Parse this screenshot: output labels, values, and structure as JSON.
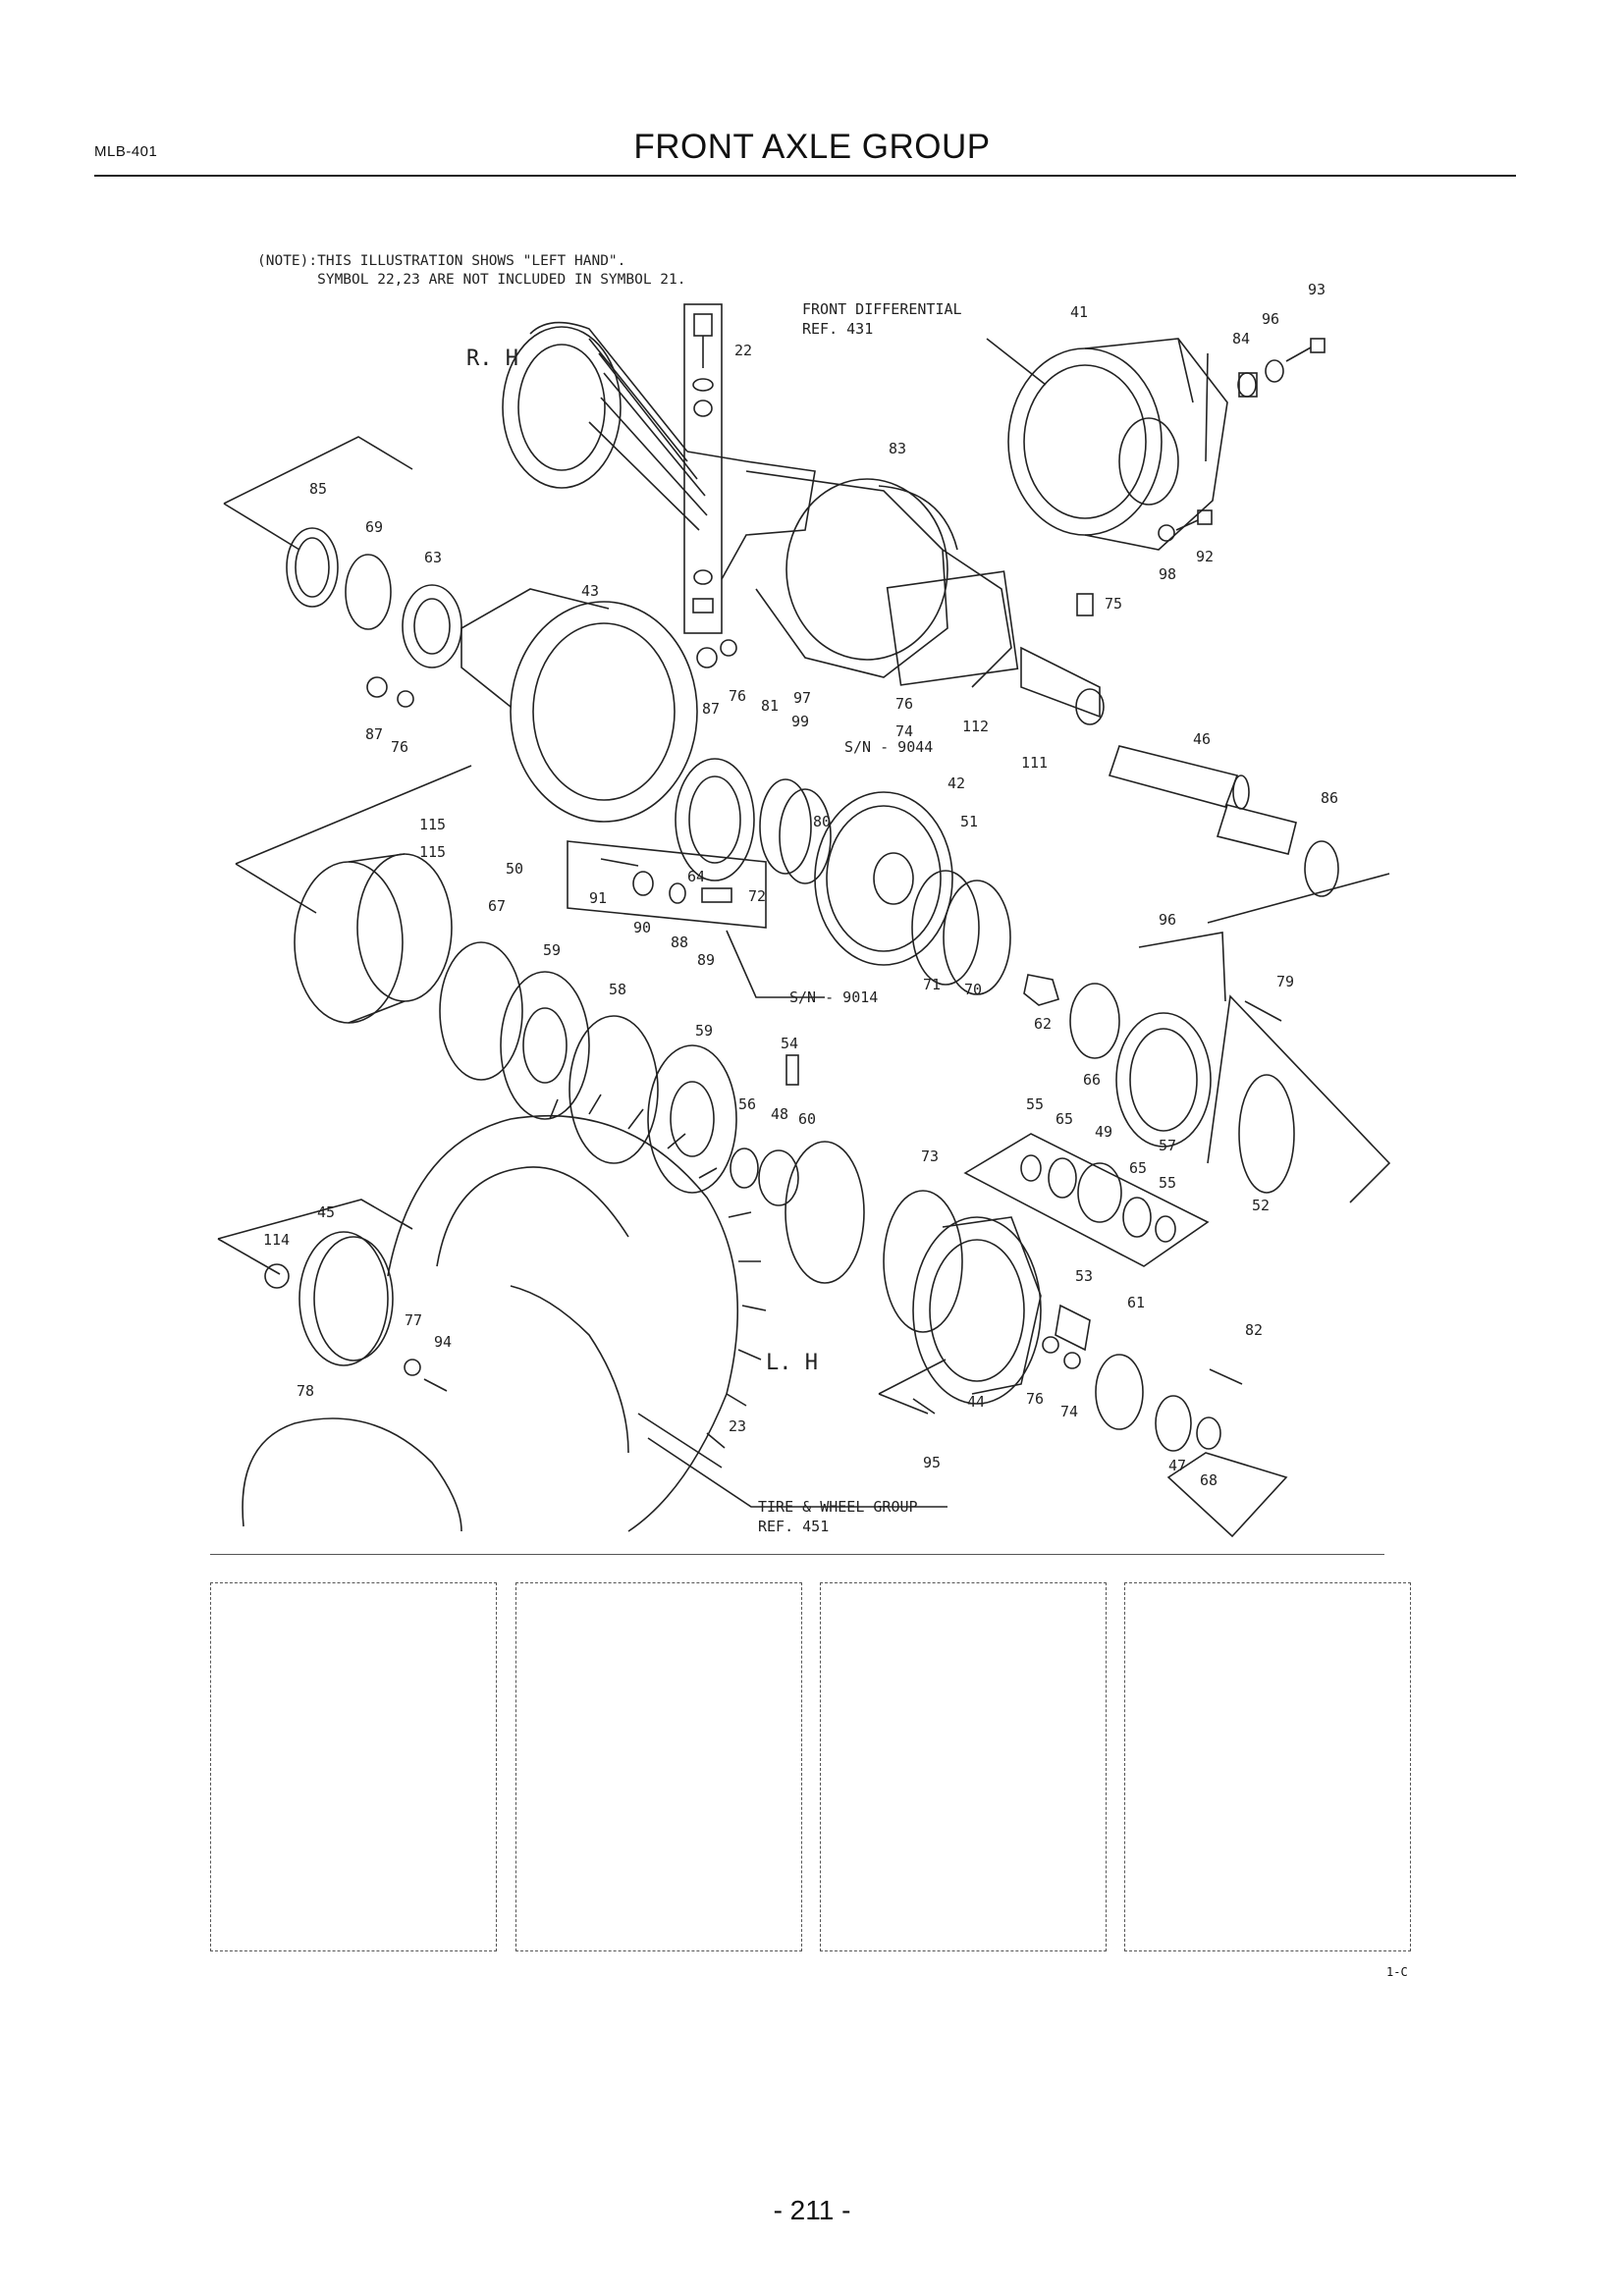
{
  "header": {
    "code": "MLB-401",
    "title": "FRONT AXLE GROUP"
  },
  "note": {
    "line1": "(NOTE):THIS ILLUSTRATION SHOWS \"LEFT HAND\".",
    "line2": "       SYMBOL 22,23 ARE NOT INCLUDED IN SYMBOL 21."
  },
  "sides": {
    "rh": "R. H",
    "lh": "L. H"
  },
  "references": {
    "front_diff_name": "FRONT DIFFERENTIAL",
    "front_diff_ref": "REF. 431",
    "tire_name": "TIRE & WHEEL GROUP",
    "tire_ref": "REF. 451",
    "sn_9044": "S/N - 9044",
    "sn_9014": "S/N - 9014"
  },
  "part_numbers": {
    "p93": "93",
    "p41": "41",
    "p96a": "96",
    "p84": "84",
    "p22": "22",
    "p83": "83",
    "p92": "92",
    "p98": "98",
    "p85": "85",
    "p69": "69",
    "p63": "63",
    "p43": "43",
    "p75": "75",
    "p87a": "87",
    "p76a": "76",
    "p87b": "87",
    "p76b": "76",
    "p81": "81",
    "p97": "97",
    "p99": "99",
    "p76c": "76",
    "p74a": "74",
    "p112": "112",
    "p46": "46",
    "p111": "111",
    "p42": "42",
    "p86": "86",
    "p115a": "115",
    "p115b": "115",
    "p50": "50",
    "p80": "80",
    "p51": "51",
    "p64": "64",
    "p72": "72",
    "p91": "91",
    "p90": "90",
    "p88": "88",
    "p89": "89",
    "p67": "67",
    "p59a": "59",
    "p58": "58",
    "p96b": "96",
    "p79": "79",
    "p71": "71",
    "p70": "70",
    "p62": "62",
    "p66": "66",
    "p59b": "59",
    "p54": "54",
    "p56": "56",
    "p48": "48",
    "p60": "60",
    "p55a": "55",
    "p65a": "65",
    "p49": "49",
    "p57": "57",
    "p65b": "65",
    "p55b": "55",
    "p73": "73",
    "p52": "52",
    "p45": "45",
    "p114": "114",
    "p53": "53",
    "p61": "61",
    "p82": "82",
    "p77": "77",
    "p94": "94",
    "p78": "78",
    "p44": "44",
    "p76d": "76",
    "p74b": "74",
    "p23": "23",
    "p95": "95",
    "p47": "47",
    "p68": "68"
  },
  "footer": {
    "revision": "1-C",
    "page_number": "- 211 -"
  }
}
